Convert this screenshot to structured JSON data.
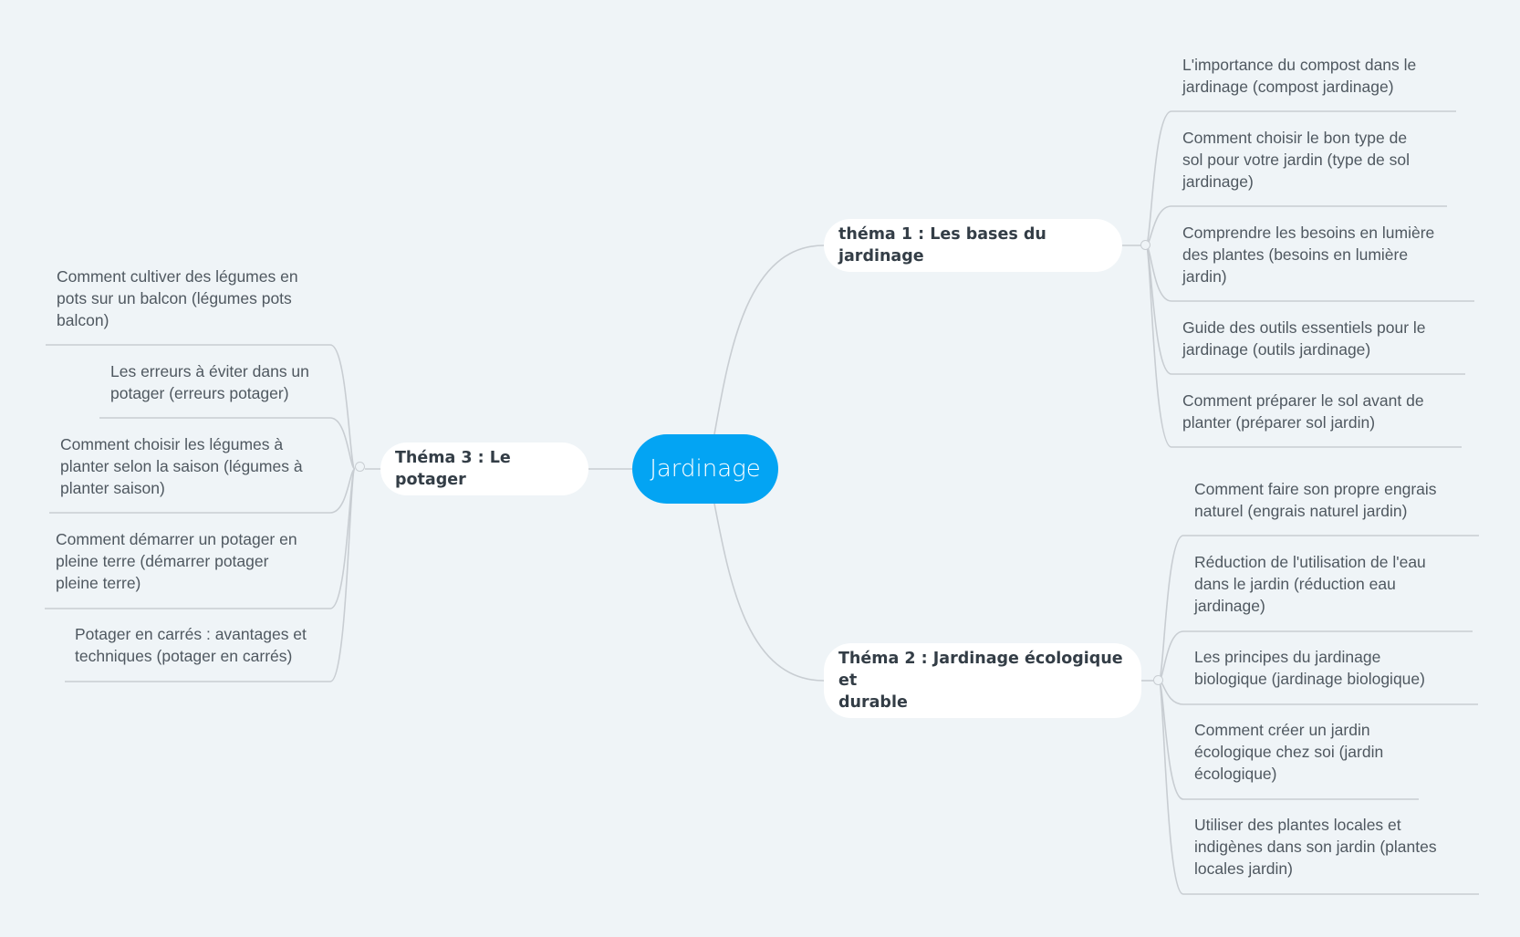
{
  "central_topic": "Jardinage",
  "themes": [
    {
      "title": "théma 1 : Les bases du jardinage",
      "subtopics": [
        "L'importance du compost dans le\njardinage (compost jardinage)",
        "Comment choisir le bon type de\nsol pour votre jardin (type de sol\njardinage)",
        "Comprendre les besoins en lumière\ndes plantes (besoins en lumière\njardin)",
        "Guide des outils essentiels pour le\njardinage (outils jardinage)",
        "Comment préparer le sol avant de\nplanter (préparer sol jardin)"
      ]
    },
    {
      "title": "Théma 2 : Jardinage écologique et\ndurable",
      "subtopics": [
        "Comment faire son propre engrais\nnaturel (engrais naturel jardin)",
        "Réduction de l'utilisation de l'eau\ndans le jardin (réduction eau\njardinage)",
        "Les principes du jardinage\nbiologique (jardinage biologique)",
        "Comment créer un jardin\nécologique chez soi (jardin\nécologique)",
        "Utiliser des plantes locales et\nindigènes dans son jardin (plantes\nlocales jardin)"
      ]
    },
    {
      "title": "Théma 3 : Le potager",
      "subtopics": [
        "Comment cultiver des légumes en\npots sur un balcon (légumes pots\nbalcon)",
        "Les erreurs à éviter dans un\npotager (erreurs potager)",
        "Comment choisir les légumes à\nplanter selon la saison (légumes à\nplanter saison)",
        "Comment démarrer un potager en\npleine terre (démarrer potager\npleine terre)",
        "Potager en carrés : avantages et\ntechniques (potager en carrés)"
      ]
    }
  ],
  "colors": {
    "background": "#eff4f7",
    "central_fill": "#03a4f3",
    "connector": "#c8cdd2"
  }
}
